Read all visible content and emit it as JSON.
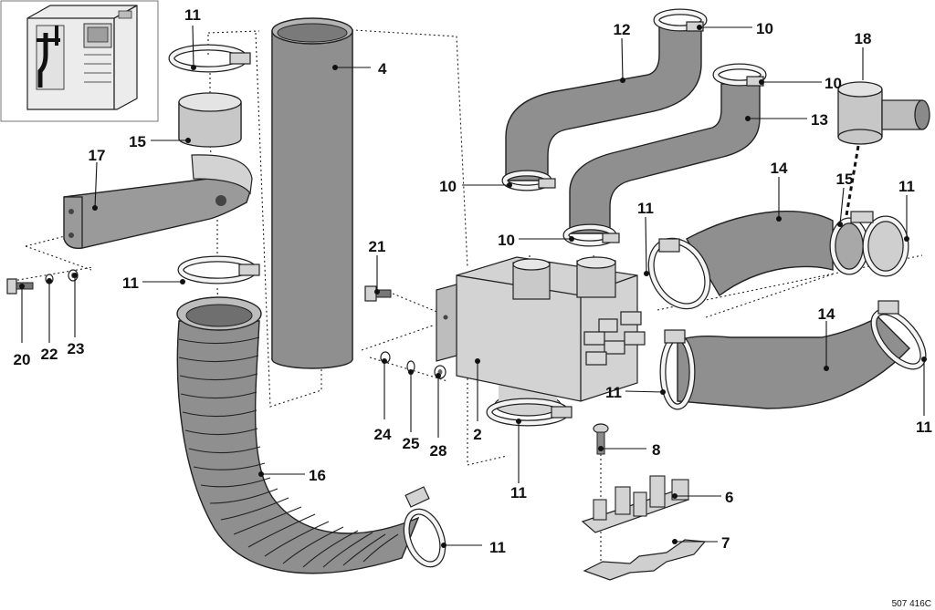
{
  "drawing_reference": "507 416C",
  "callouts": [
    {
      "id": "c11a",
      "label": "11"
    },
    {
      "id": "c4",
      "label": "4"
    },
    {
      "id": "c15a",
      "label": "15"
    },
    {
      "id": "c17",
      "label": "17"
    },
    {
      "id": "c11b",
      "label": "11"
    },
    {
      "id": "c20",
      "label": "20"
    },
    {
      "id": "c22",
      "label": "22"
    },
    {
      "id": "c23",
      "label": "23"
    },
    {
      "id": "c16",
      "label": "16"
    },
    {
      "id": "c11c",
      "label": "11"
    },
    {
      "id": "c21",
      "label": "21"
    },
    {
      "id": "c24",
      "label": "24"
    },
    {
      "id": "c25",
      "label": "25"
    },
    {
      "id": "c28",
      "label": "28"
    },
    {
      "id": "c2",
      "label": "2"
    },
    {
      "id": "c11d",
      "label": "11"
    },
    {
      "id": "c12",
      "label": "12"
    },
    {
      "id": "c10a",
      "label": "10"
    },
    {
      "id": "c10b",
      "label": "10"
    },
    {
      "id": "c13",
      "label": "13"
    },
    {
      "id": "c18",
      "label": "18"
    },
    {
      "id": "c10c",
      "label": "10"
    },
    {
      "id": "c10d",
      "label": "10"
    },
    {
      "id": "c14a",
      "label": "14"
    },
    {
      "id": "c15b",
      "label": "15"
    },
    {
      "id": "c11e",
      "label": "11"
    },
    {
      "id": "c11f",
      "label": "11"
    },
    {
      "id": "c14b",
      "label": "14"
    },
    {
      "id": "c11g",
      "label": "11"
    },
    {
      "id": "c11h",
      "label": "11"
    },
    {
      "id": "c8",
      "label": "8"
    },
    {
      "id": "c6",
      "label": "6"
    },
    {
      "id": "c7",
      "label": "7"
    }
  ]
}
